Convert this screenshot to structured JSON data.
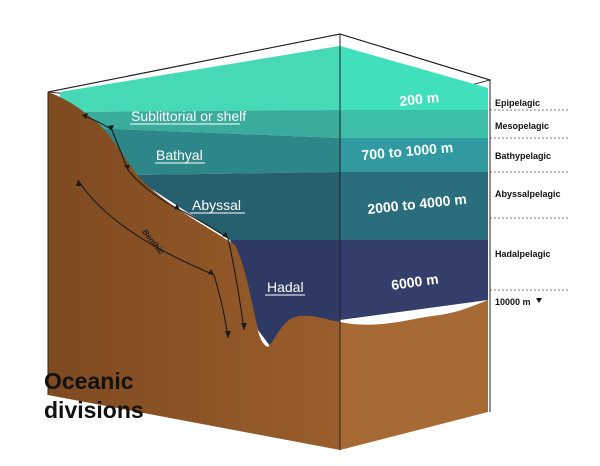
{
  "title": {
    "line1": "Oceanic",
    "line2": "divisions"
  },
  "benthic_zones": {
    "shelf": "Sublittorial or shelf",
    "bathyal": "Bathyal",
    "abyssal": "Abyssal",
    "hadal": "Hadal",
    "benthic": "Benthic"
  },
  "depths": {
    "d200": "200 m",
    "d700": "700 to 1000 m",
    "d2000": "2000 to 4000 m",
    "d6000": "6000 m"
  },
  "pelagic_zones": {
    "epipelagic": "Epipelagic",
    "mesopelagic": "Mesopelagic",
    "bathypelagic": "Bathypelagic",
    "abyssopelagic": "Abyssalpelagic",
    "hadalpelagic": "Hadalpelagic",
    "bottom": "10000 m"
  },
  "colors": {
    "surface_top": "#5ff5d2",
    "epipelagic": "#3fd6b3",
    "mesopelagic": "#3aac9c",
    "bathypelagic": "#2d8788",
    "abyssopelagic": "#265f6e",
    "hadalpelagic": "#2e3a63",
    "seabed": "#8a5326",
    "seabed_side": "#a86a35"
  }
}
